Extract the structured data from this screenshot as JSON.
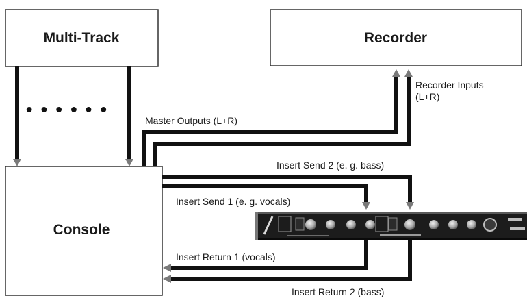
{
  "boxes": {
    "multitrack": "Multi-Track",
    "recorder": "Recorder",
    "console": "Console"
  },
  "labels": {
    "recorder_inputs_line1": "Recorder Inputs",
    "recorder_inputs_line2": "(L+R)",
    "master_outputs": "Master Outputs (L+R)",
    "insert_send_2": "Insert Send 2 (e. g. bass)",
    "insert_send_1": "Insert Send 1 (e. g. vocals)",
    "insert_return_1": "Insert Return 1 (vocals)",
    "insert_return_2": "Insert Return 2 (bass)"
  },
  "dots": "• • • • • •",
  "colors": {
    "line": "#111111",
    "box_border": "#333333",
    "arrowhead": "#7a7a7a",
    "unit_body": "#1c1c1c",
    "knob": "#c9c9c9"
  }
}
